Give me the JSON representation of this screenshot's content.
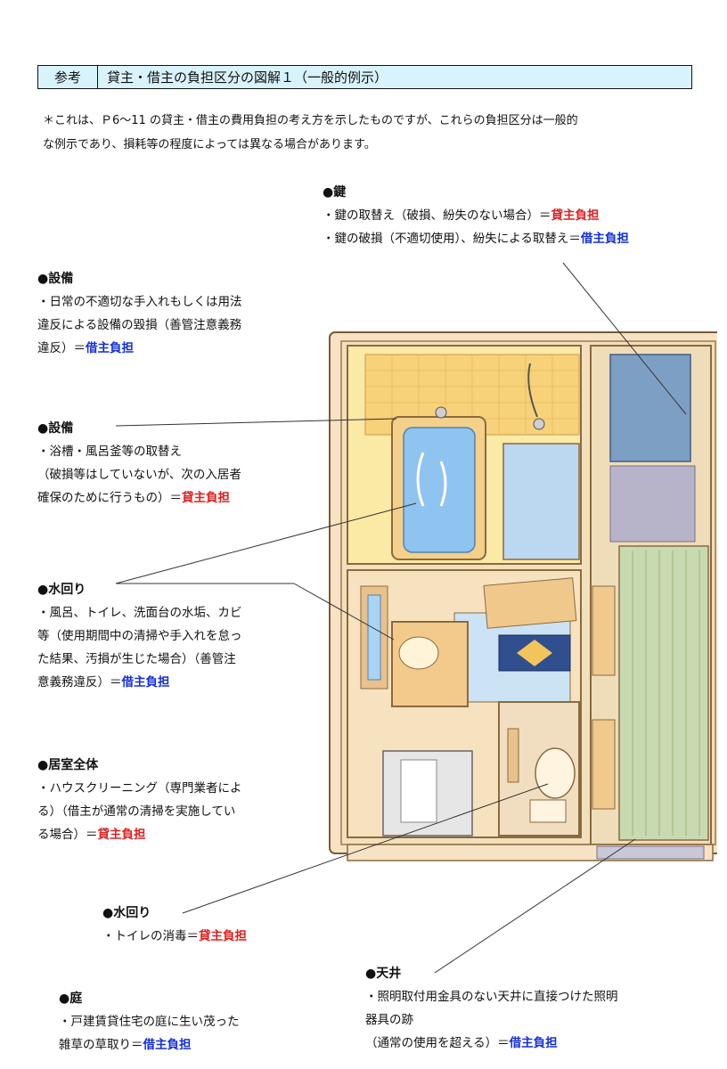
{
  "header": {
    "tag": "参考",
    "title": "貸主・借主の負担区分の図解１（一般的例示）"
  },
  "note": {
    "line1": "＊これは、Ｐ6～11 の貸主・借主の費用負担の考え方を示したものですが、これらの負担区分は一般的",
    "line2": "な例示であり、損耗等の程度によっては異なる場合があります。"
  },
  "blocks": {
    "key": {
      "head": "●鍵",
      "l1_text": "・鍵の取替え（破損、紛失のない場合）＝",
      "l1_burden": "貸主負担",
      "l2_text": "・鍵の破損（不適切使用）、紛失による取替え＝",
      "l2_burden": "借主負担"
    },
    "equip1": {
      "head": "●設備",
      "l1": "・日常の不適切な手入れもしくは用法",
      "l2": "違反による設備の毀損（善管注意義務",
      "l3_text": "違反）＝",
      "l3_burden": "借主負担"
    },
    "equip2": {
      "head": "●設備",
      "l1": "・浴槽・風呂釜等の取替え",
      "l2": "（破損等はしていないが、次の入居者",
      "l3_text": "確保のために行うもの）＝",
      "l3_burden": "貸主負担"
    },
    "water1": {
      "head": "●水回り",
      "l1": "・風呂、トイレ、洗面台の水垢、カビ",
      "l2": "等（使用期間中の清掃や手入れを怠っ",
      "l3": "た結果、汚損が生じた場合）（善管注",
      "l4_text": "意義務違反）＝",
      "l4_burden": "借主負担"
    },
    "room": {
      "head": "●居室全体",
      "l1": "・ハウスクリーニング（専門業者によ",
      "l2": "る）（借主が通常の清掃を実施してい",
      "l3_text": "る場合）＝",
      "l3_burden": "貸主負担"
    },
    "water2": {
      "head": "●水回り",
      "l1_text": "・トイレの消毒＝",
      "l1_burden": "貸主負担"
    },
    "garden": {
      "head": "●庭",
      "l1": "・戸建賃貸住宅の庭に生い茂った",
      "l2_text": "雑草の草取り＝",
      "l2_burden": "借主負担"
    },
    "ceiling": {
      "head": "●天井",
      "l1": "・照明取付用金具のない天井に直接つけた照明",
      "l2": "器具の跡",
      "l3_text": "（通常の使用を超える）＝",
      "l3_burden": "借主負担"
    }
  },
  "colors": {
    "tenant_burden": "#1530d8",
    "landlord_burden": "#e02020",
    "header_bg": "#d8f3fb"
  }
}
